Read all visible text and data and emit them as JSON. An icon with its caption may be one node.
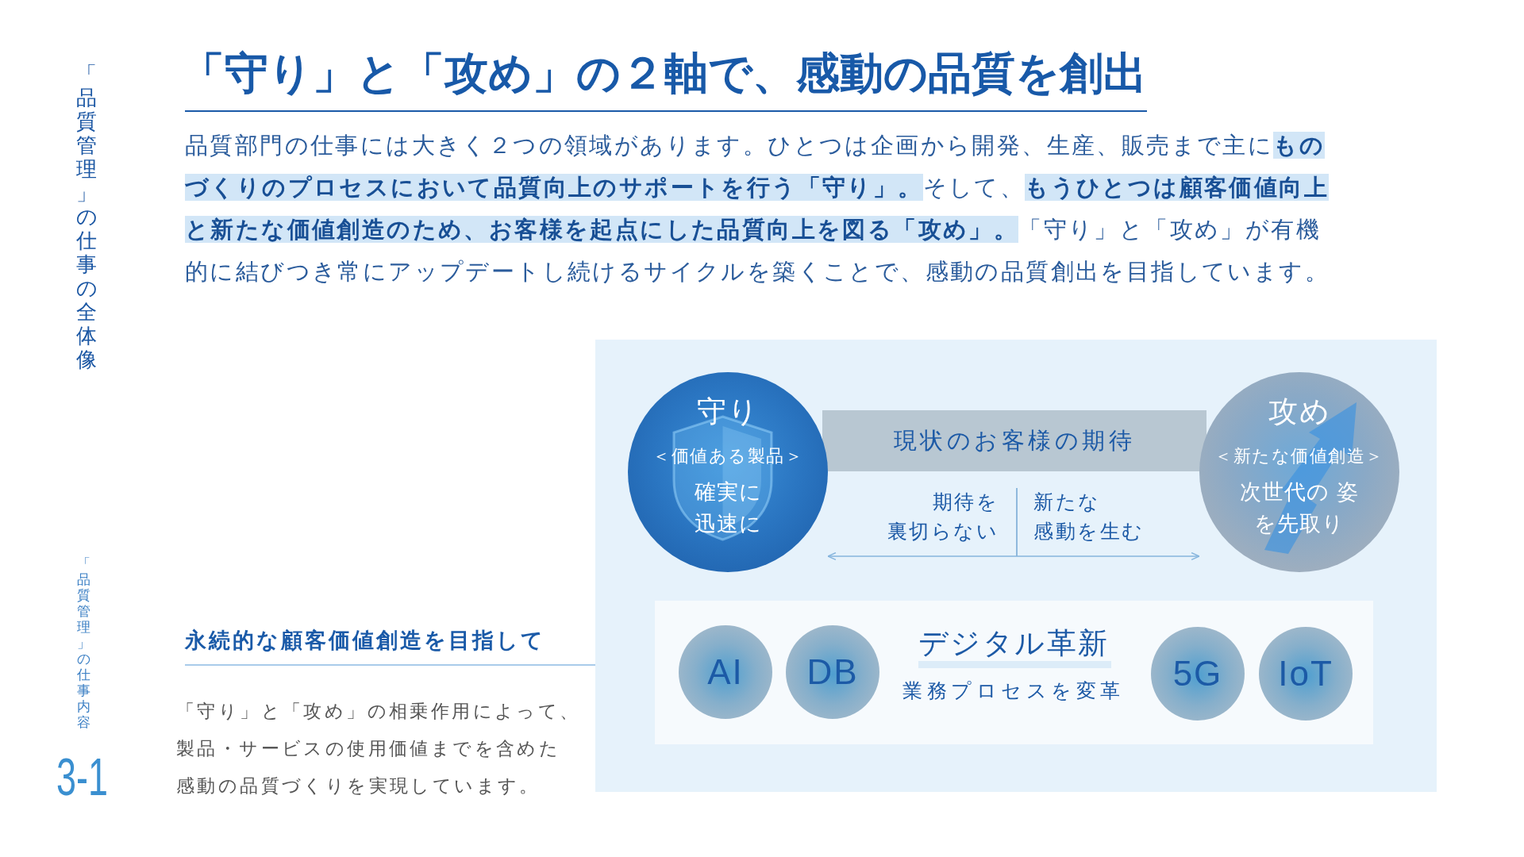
{
  "diagram": {
    "title": "「守り」と「攻め」の２軸で、感動の品質を創出",
    "nodes": [
      {
        "text": [
          "期待を裏切らない",
          "新たな感動を生む"
        ]
      },
      {
        "text": [
          "守り",
          "＜価値ある製品＞",
          "確実に迅速に"
        ],
        "in": 0
      },
      {
        "text": [
          "現状のお客様の期待"
        ],
        "in": 0
      },
      {
        "text": [
          "攻め",
          "＜新たな価値創造＞",
          "次世代の 姿を先取り"
        ],
        "in": 0
      },
      {
        "text": [
          "デジタル革新",
          "業務プロセスを変革"
        ],
        "in": 0
      },
      {
        "text": [
          "AI"
        ],
        "in": 4
      },
      {
        "text": [
          "DB"
        ],
        "in": 4
      },
      {
        "text": [
          "5G"
        ],
        "in": 4
      },
      {
        "text": [
          "IoT"
        ],
        "in": 4
      }
    ],
    "edges": [
      {
        "from": 1,
        "to": 3,
        "arrow": "both"
      }
    ],
    "labels": [
      "「品質管理」の仕事の全体像",
      "品質部門の仕事には大きく２つの領域があります。ひとつは企画から開発、生産、販売まで主に**ものづくりのプロセスにおいて品質向上のサポートを行う「守り」。**そして、**もうひとつは顧客価値向上と新たな価値創造のため、お客様を起点にした品質向上を図る「攻め」。**「守り」と「攻め」が有機的に結びつき常にアップデートし続けるサイクルを築くことで、感動の品質創出を目指しています。",
      "「品質管理」の仕事内容",
      "永続的な顧客価値創造を目指して",
      "「守り」と「攻め」の相乗作用によって、製品・サービスの使用価値までを含めた感動の品質づくりを実現しています。",
      "3-1"
    ]
  }
}
